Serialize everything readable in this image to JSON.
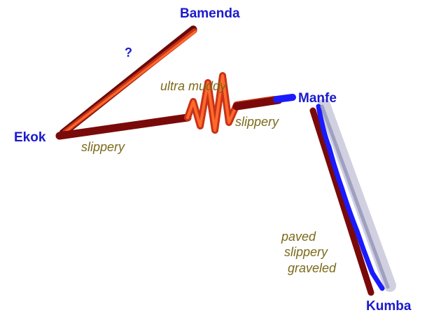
{
  "colors": {
    "city_label": "#1a1acc",
    "condition_label": "#7a6a1a",
    "unknown_label": "#1a1acc",
    "muddy_road": "#ff5a1f",
    "slippery_road": "#7a0a0a",
    "paved_road": "#1a1aff",
    "graveled_road": "#a8a8c8"
  },
  "cities": {
    "bamenda": "Bamenda",
    "ekok": "Ekok",
    "manfe": "Manfe",
    "kumba": "Kumba"
  },
  "roads": {
    "ekok_bamenda": {
      "condition": "?",
      "icon": "muddy-road-line"
    },
    "ekok_manfe": {
      "condition_1": "slippery",
      "condition_2": "ultra muddy",
      "condition_3": "slippery",
      "icon": "zigzag-muddy-road-line"
    },
    "manfe_kumba": {
      "condition_1": "paved",
      "condition_2": "slippery",
      "condition_3": "graveled",
      "icon": "multi-surface-road-line"
    }
  }
}
